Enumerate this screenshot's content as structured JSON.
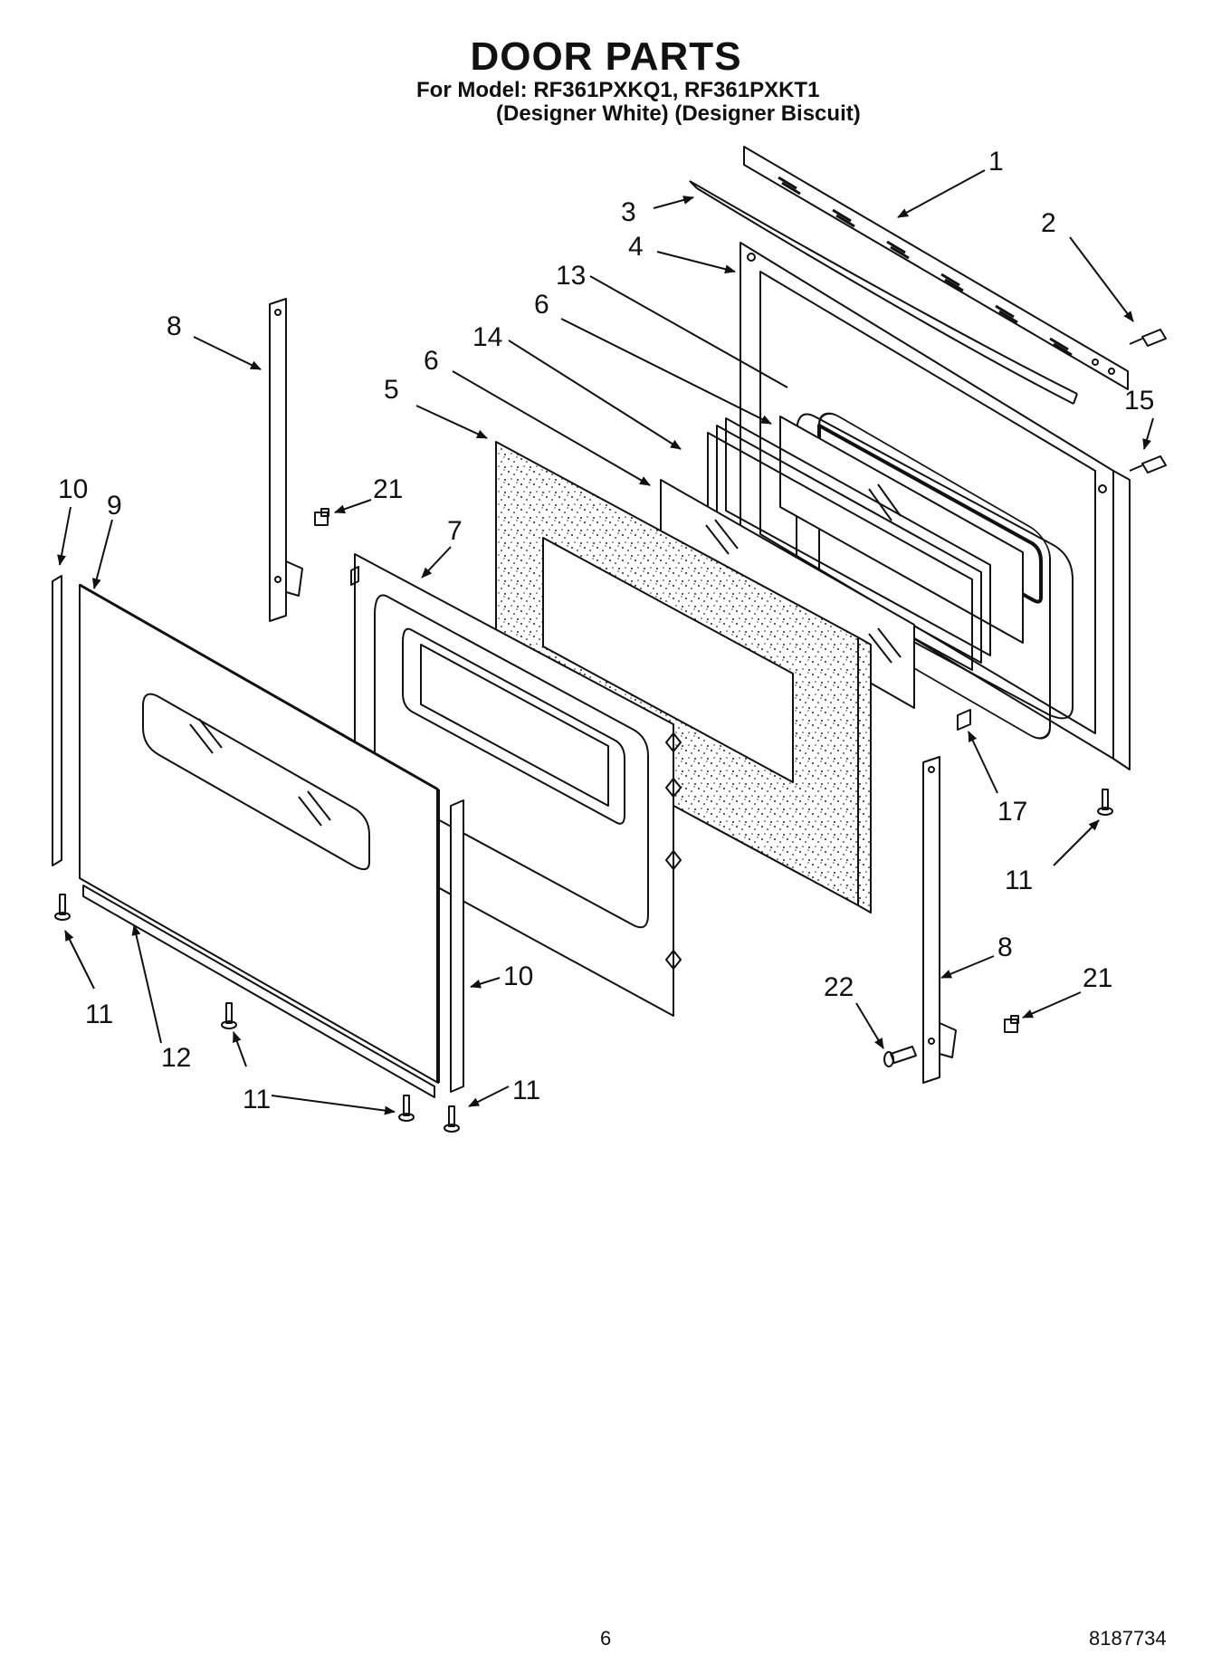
{
  "header": {
    "title": "DOOR PARTS",
    "model_line": "For Model: RF361PXKQ1, RF361PXKT1",
    "variant_line": "(Designer White) (Designer Biscuit)"
  },
  "callouts": [
    "1",
    "2",
    "3",
    "4",
    "13",
    "6",
    "14",
    "8",
    "6",
    "5",
    "15",
    "21",
    "10",
    "9",
    "7",
    "17",
    "11",
    "8",
    "21",
    "22",
    "10",
    "11",
    "12",
    "11",
    "11"
  ],
  "footer": {
    "page_number": "6",
    "doc_number": "8187734"
  }
}
